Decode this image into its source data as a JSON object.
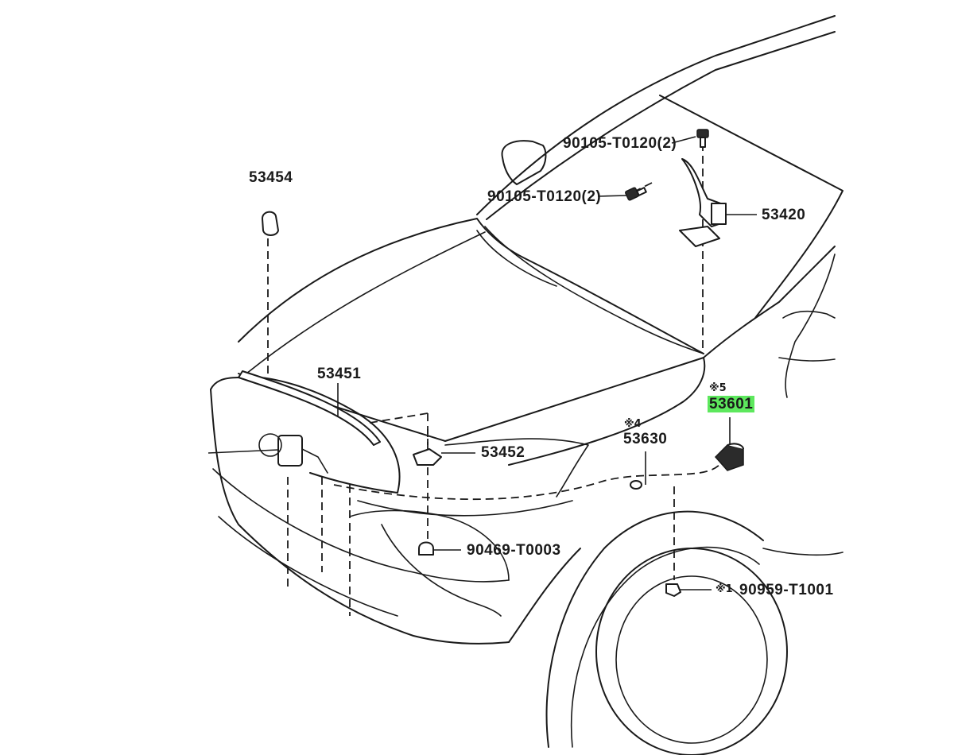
{
  "parts": {
    "p53454": "53454",
    "p90105a": "90105-T0120(2)",
    "p90105b": "90105-T0120(2)",
    "p53420": "53420",
    "p53451": "53451",
    "p53452": "53452",
    "p53630": "53630",
    "p53601": "53601",
    "p90469": "90469-T0003",
    "p90959": "90959-T1001"
  },
  "marks": {
    "m4": "※4",
    "m5": "※5",
    "m1": "※1"
  },
  "colors": {
    "line": "#1a1a1a",
    "highlight": "#5de85d"
  }
}
